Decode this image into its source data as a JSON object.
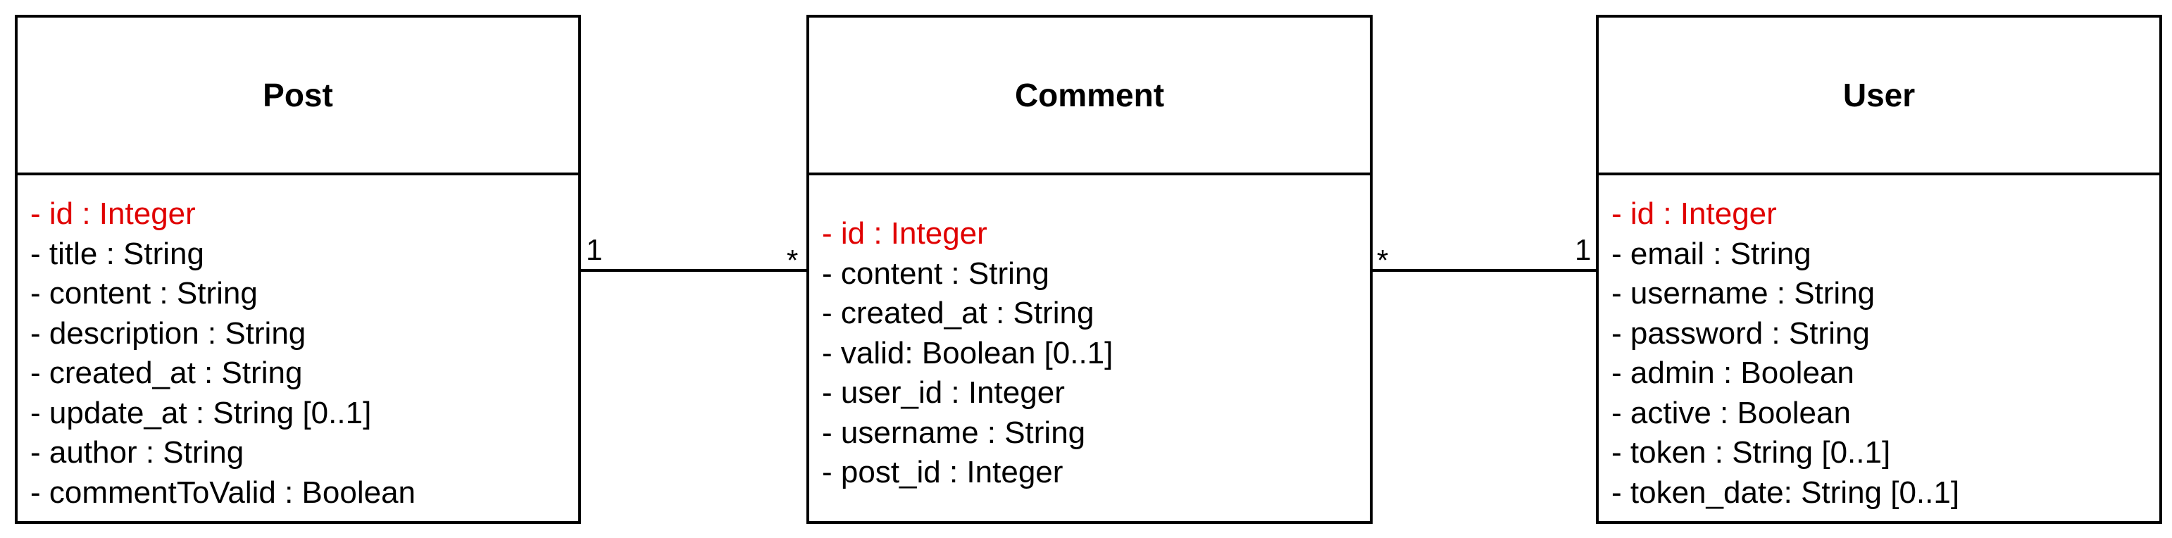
{
  "colors": {
    "primary_key": "#e00000",
    "border": "#000000",
    "background": "#ffffff"
  },
  "classes": [
    {
      "name": "Post",
      "attributes": [
        "- id : Integer",
        "- title : String",
        "- content : String",
        "- description : String",
        "- created_at : String",
        "- update_at : String [0..1]",
        "- author : String",
        "- commentToValid : Boolean"
      ]
    },
    {
      "name": "Comment",
      "attributes": [
        "- id : Integer",
        "- content : String",
        "- created_at : String",
        "- valid: Boolean [0..1]",
        "- user_id : Integer",
        "- username : String",
        "- post_id : Integer"
      ]
    },
    {
      "name": "User",
      "attributes": [
        "- id : Integer",
        "- email : String",
        "- username : String",
        "- password : String",
        "- admin : Boolean",
        "- active : Boolean",
        "- token : String [0..1]",
        "- token_date: String [0..1]"
      ]
    }
  ],
  "associations": [
    {
      "from": "Post",
      "to": "Comment",
      "from_multiplicity": "1",
      "to_multiplicity": "*"
    },
    {
      "from": "Comment",
      "to": "User",
      "from_multiplicity": "*",
      "to_multiplicity": "1"
    }
  ]
}
